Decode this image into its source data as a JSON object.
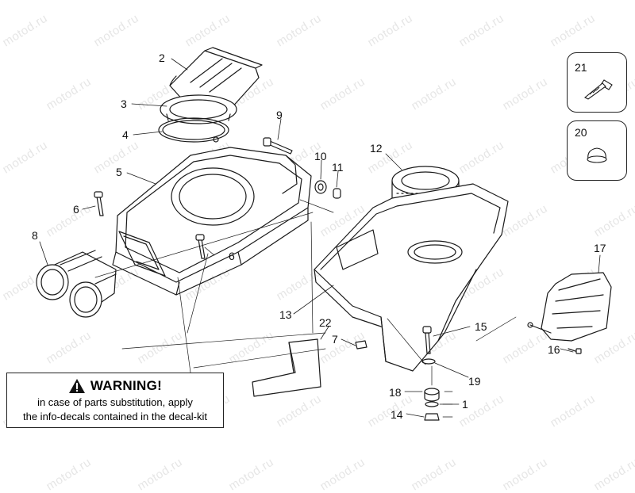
{
  "watermark": "motod.ru",
  "callouts": {
    "c1": "1",
    "c2": "2",
    "c3": "3",
    "c4": "4",
    "c5": "5",
    "c6a": "6",
    "c6b": "6",
    "c7": "7",
    "c8": "8",
    "c9": "9",
    "c10": "10",
    "c11": "11",
    "c12": "12",
    "c13": "13",
    "c14": "14",
    "c15": "15",
    "c16": "16",
    "c17": "17",
    "c18": "18",
    "c19": "19",
    "c20": "20",
    "c21": "21",
    "c22": "22"
  },
  "warning": {
    "title": "WARNING!",
    "line1": "in case of parts substitution, apply",
    "line2": "the info-decals contained in the decal-kit",
    "icon": "warning-triangle-icon"
  }
}
